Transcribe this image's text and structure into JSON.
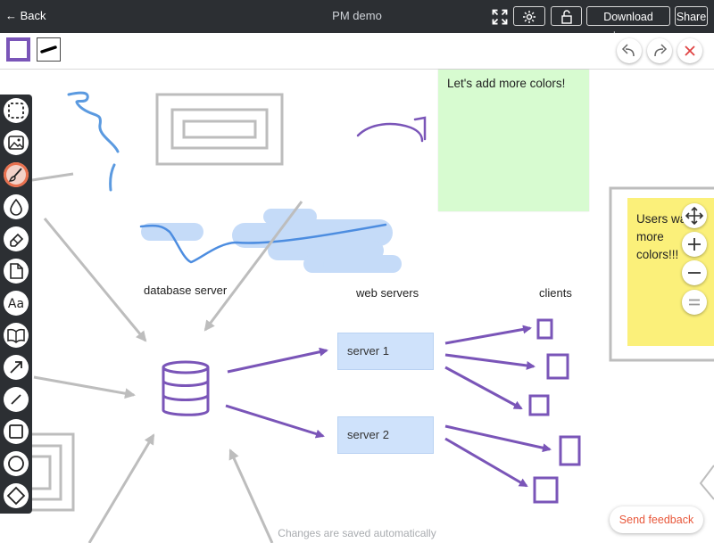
{
  "header": {
    "back_label": "Back",
    "title": "PM demo",
    "download_label": "Download image",
    "share_label": "Share"
  },
  "canvas": {
    "sticky_green_text": "Let's add more colors!",
    "sticky_yellow_text": "Users want more colors!!!",
    "label_database": "database server",
    "label_web": "web servers",
    "label_clients": "clients",
    "server1": "server 1",
    "server2": "server 2"
  },
  "footer": {
    "saved_text": "Changes are saved automatically",
    "feedback_label": "Send feedback"
  },
  "colors": {
    "topbar": "#2c2f33",
    "accent_purple": "#7a55b8",
    "arrow_gray": "#bdbdbd",
    "sketch_blue": "#5b9ae0",
    "sticky_green": "#d7fbd0",
    "sticky_yellow": "#fbf07a",
    "server_fill": "#cfe2fb",
    "feedback_text": "#e8573a"
  },
  "tools": [
    "select-icon",
    "image-icon",
    "brush-icon",
    "ink-drop-icon",
    "eraser-icon",
    "note-icon",
    "text-icon",
    "book-icon",
    "arrow-icon",
    "line-icon",
    "square-icon",
    "circle-icon",
    "diamond-icon"
  ]
}
